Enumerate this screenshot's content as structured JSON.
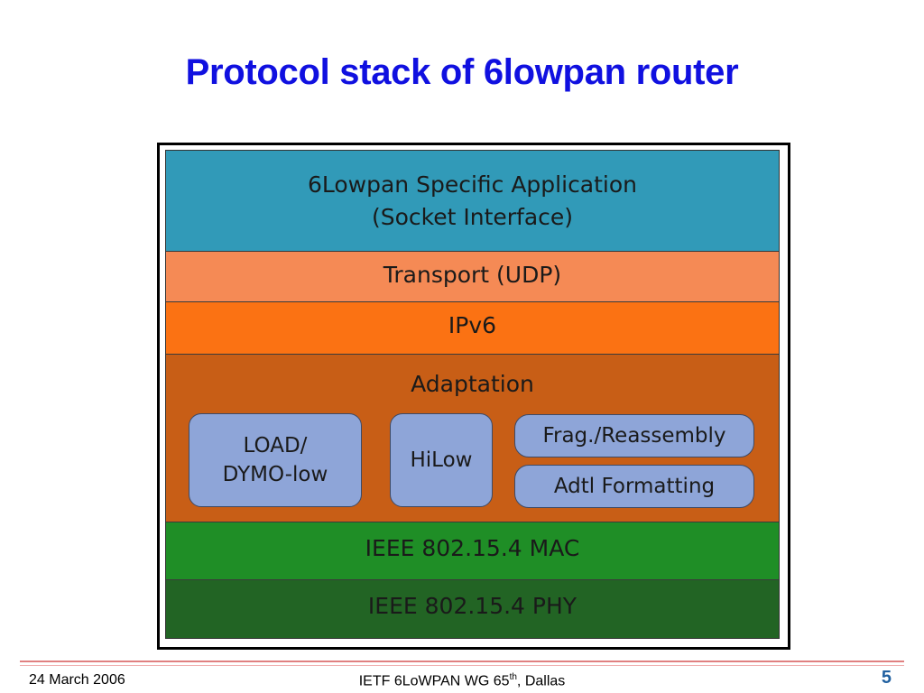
{
  "slide": {
    "title": "Protocol stack of 6lowpan router",
    "title_color": "#1010e0"
  },
  "stack": {
    "layers": [
      {
        "line1": "6Lowpan Specific Application",
        "line2": "(Socket Interface)",
        "color": "#319ab8"
      },
      {
        "label": "Transport (UDP)",
        "color": "#f58a55"
      },
      {
        "label": "IPv6",
        "color": "#fb7213"
      },
      {
        "label": "Adaptation",
        "color": "#c85e16"
      },
      {
        "label": "IEEE 802.15.4 MAC",
        "color": "#1f8e26"
      },
      {
        "label": "IEEE 802.15.4 PHY",
        "color": "#226424"
      }
    ],
    "adaptation_modules": {
      "load_line1": "LOAD/",
      "load_line2": "DYMO-low",
      "hilow": "HiLow",
      "frag": "Frag./Reassembly",
      "adtl": "Adtl Formatting",
      "color": "#8ea5d8"
    }
  },
  "footer": {
    "date": "24 March 2006",
    "event_prefix": "IETF 6LoWPAN WG 65",
    "event_sup": "th",
    "event_suffix": ", Dallas",
    "page_number": "5",
    "page_number_color": "#2060a0",
    "rule_color": "#e08080"
  }
}
